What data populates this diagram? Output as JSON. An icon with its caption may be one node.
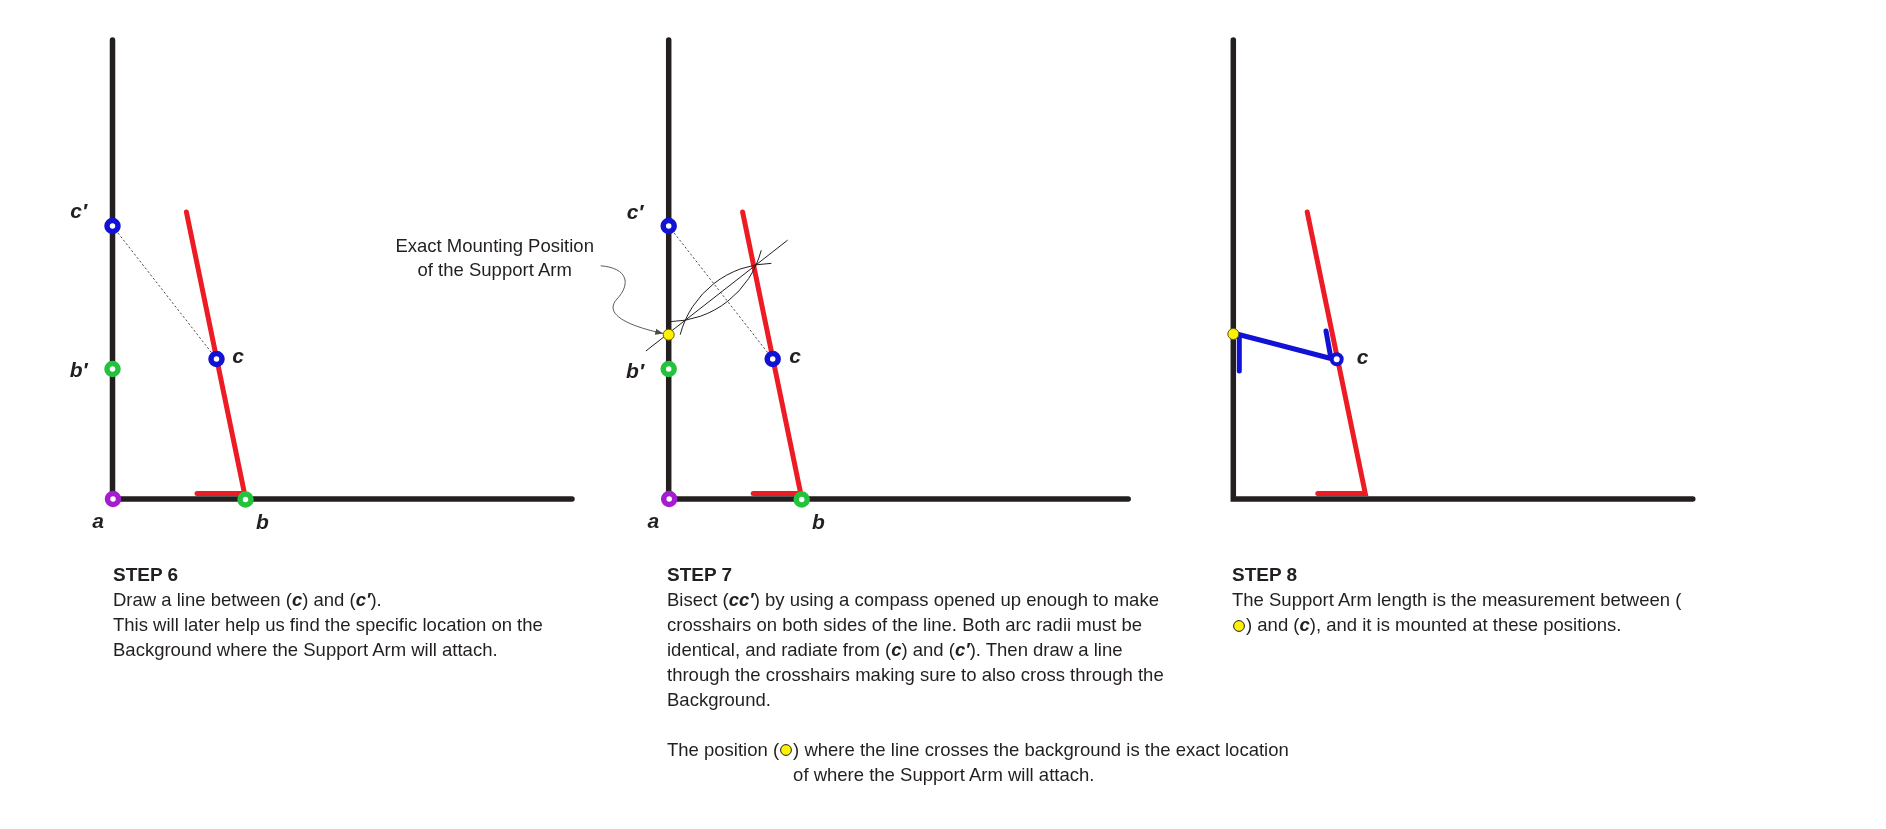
{
  "diagram": {
    "nodes": [
      {
        "text": [
          "Exact Mounting Position of the Support Arm"
        ]
      },
      {
        "text": [],
        "shape": "circle"
      }
    ],
    "edges": [
      {
        "from": 0,
        "to": 1,
        "arrow": "to"
      }
    ],
    "labels": [
      "c′",
      "b′",
      "c",
      "a",
      "b",
      "c′",
      "b′",
      "c",
      "a",
      "b",
      "c",
      "STEP 6",
      "Draw a line between (**c**) and (**c′**).",
      "This will later help us find the specific location on the Background where the Support Arm will attach.",
      "STEP 7",
      "Bisect (**cc′**) by using a compass opened up enough to make crosshairs on both sides of the line. Both arc radii must be identical, and radiate from (**c**) and (**c′**). Then draw a line through the crosshairs making sure to also cross through the Background.",
      "The position (",
      ") where the line crosses the background is the exact location of where the Support Arm will attach.",
      "STEP 8",
      "The Support Arm length is the measurement between (",
      ") and (**c**), and it is mounted at these positions."
    ]
  }
}
